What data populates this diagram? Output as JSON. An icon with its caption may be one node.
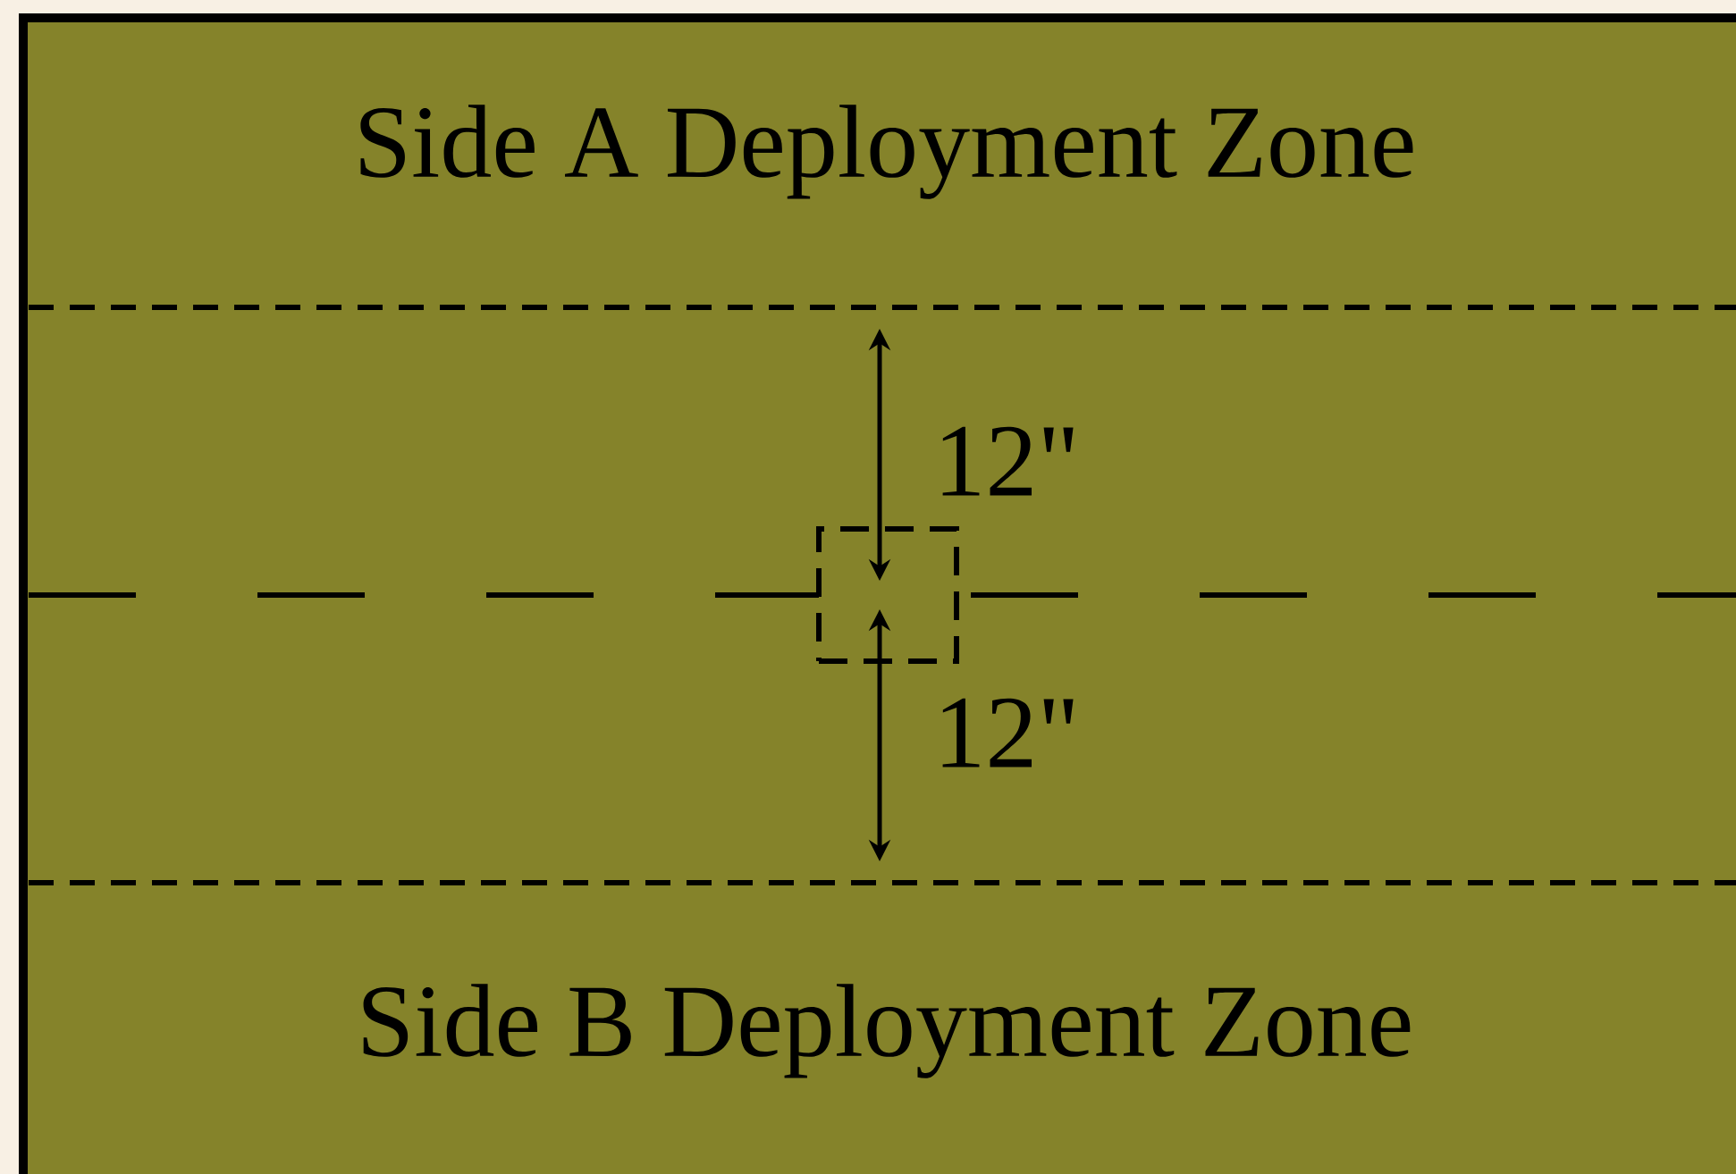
{
  "diagram": {
    "nodes": [
      {
        "text": [],
        "shape": "box"
      }
    ],
    "labels": [
      "Side A Deployment Zone",
      "12\"",
      "12\"",
      "Side B Deployment Zone"
    ]
  }
}
